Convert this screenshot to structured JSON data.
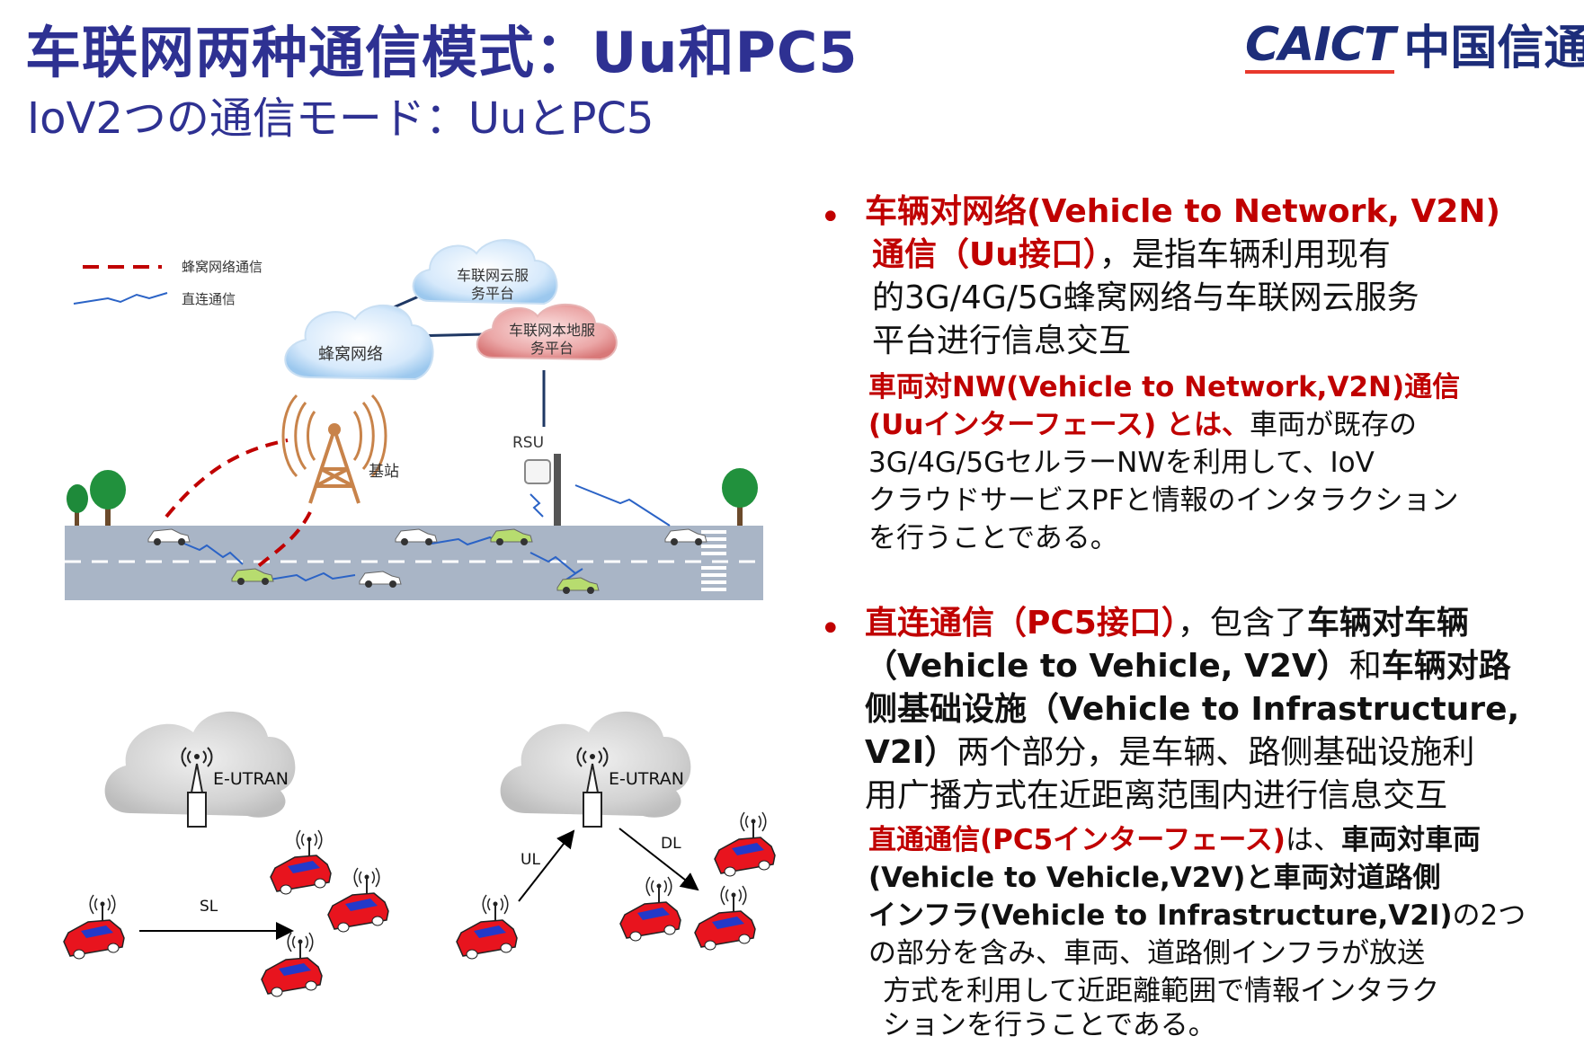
{
  "header": {
    "title": "车联网两种通信模式：Uu和PC5",
    "subtitle": "IoV2つの通信モード：UuとPC5",
    "logo_en": "CAICT",
    "logo_cn": "中国信通院"
  },
  "diagram_top": {
    "legend_cellular": "蜂窝网络通信",
    "legend_direct": "直连通信",
    "cloud_service": [
      "车联网云服",
      "务平台"
    ],
    "cloud_local": [
      "车联网本地服",
      "务平台"
    ],
    "cloud_cellular": "蜂窝网络",
    "rsu": "RSU",
    "base_station": "基站"
  },
  "diagram_bottom": {
    "eutran_left": "E-UTRAN",
    "eutran_right": "E-UTRAN",
    "sl": "SL",
    "ul": "UL",
    "dl": "DL"
  },
  "bullet1": {
    "cn_line1_red": "车辆对网络(Vehicle to Network, V2N)",
    "cn_line2_red": "通信（Uu接口）",
    "cn_line2_rest": "，是指车辆利用现有",
    "cn_line3": "的3G/4G/5G蜂窝网络与车联网云服务",
    "cn_line4": "平台进行信息交互",
    "jp_line1_red": "車両対NW(Vehicle to Network,V2N)通信",
    "jp_line2_red": "(Uuインターフェース) とは、",
    "jp_line2_rest": "車両が既存の",
    "jp_line3": "3G/4G/5GセルラーNWを利用して、IoV",
    "jp_line4": "クラウドサービスPFと情報のインタラクション",
    "jp_line5": "を行うことである。"
  },
  "bullet2": {
    "cn_line1_red": "直连通信（PC5接口）",
    "cn_line1_rest": "，包含了",
    "cn_line1_bold": "车辆对车辆",
    "cn_line2_bold": "（Vehicle to Vehicle, V2V）",
    "cn_line2_rest": "和",
    "cn_line2_bold2": "车辆对路",
    "cn_line3_bold": "侧基础设施（Vehicle to Infrastructure,",
    "cn_line4_bold": "V2I）",
    "cn_line4_rest": "两个部分，是车辆、路侧基础设施利",
    "cn_line5": "用广播方式在近距离范围内进行信息交互",
    "jp_line1_red": "直通通信(PC5インターフェース)",
    "jp_line1_rest": "は、",
    "jp_line1_bold": "車両対車両",
    "jp_line2_bold": "(Vehicle to Vehicle,V2V)と車両対道路側",
    "jp_line3_bold": "インフラ(Vehicle to Infrastructure,V2I)",
    "jp_line3_rest": "の2つ",
    "jp_line4": "の部分を含み、車両、道路側インフラが放送",
    "jp_line5": "方式を利用して近距離範囲で情報インタラク",
    "jp_line6": "ションを行うことである。"
  },
  "colors": {
    "title_blue": "#2e3192",
    "accent_red": "#c00000",
    "road_gray": "#a9b5c6",
    "car_red": "#e8141e",
    "car_stripe": "#2339c9"
  }
}
